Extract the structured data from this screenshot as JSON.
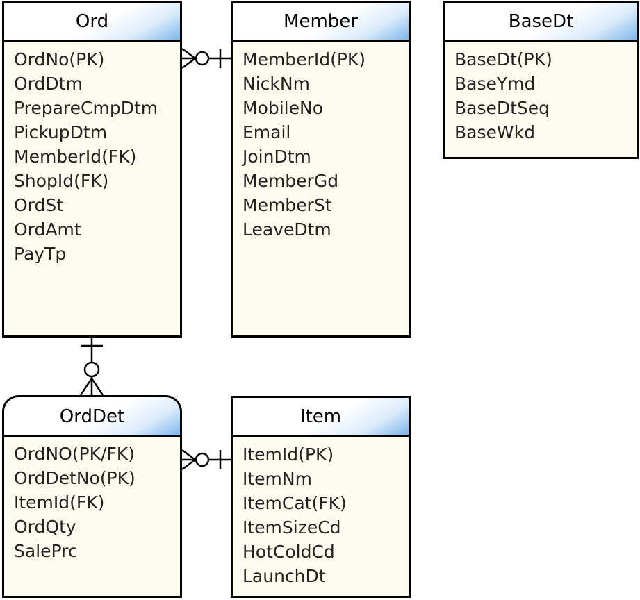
{
  "entities": {
    "ord": {
      "title": "Ord",
      "attributes": [
        "OrdNo(PK)",
        "OrdDtm",
        "PrepareCmpDtm",
        "PickupDtm",
        "MemberId(FK)",
        "ShopId(FK)",
        "OrdSt",
        "OrdAmt",
        "PayTp"
      ]
    },
    "member": {
      "title": "Member",
      "attributes": [
        "MemberId(PK)",
        "NickNm",
        "MobileNo",
        "Email",
        "JoinDtm",
        "MemberGd",
        "MemberSt",
        "LeaveDtm"
      ]
    },
    "basedt": {
      "title": "BaseDt",
      "attributes": [
        "BaseDt(PK)",
        "BaseYmd",
        "BaseDtSeq",
        "BaseWkd"
      ]
    },
    "orddet": {
      "title": "OrdDet",
      "attributes": [
        "OrdNO(PK/FK)",
        "OrdDetNo(PK)",
        "ItemId(FK)",
        "OrdQty",
        "SalePrc"
      ]
    },
    "item": {
      "title": "Item",
      "attributes": [
        "ItemId(PK)",
        "ItemNm",
        "ItemCat(FK)",
        "ItemSizeCd",
        "HotColdCd",
        "LaunchDt"
      ]
    }
  },
  "relationships": [
    {
      "from": "ord",
      "from_cardinality": "zero-or-many",
      "to": "member",
      "to_cardinality": "exactly-one"
    },
    {
      "from": "orddet",
      "from_cardinality": "zero-or-many",
      "to": "ord",
      "to_cardinality": "exactly-one"
    },
    {
      "from": "orddet",
      "from_cardinality": "zero-or-many",
      "to": "item",
      "to_cardinality": "exactly-one"
    }
  ]
}
